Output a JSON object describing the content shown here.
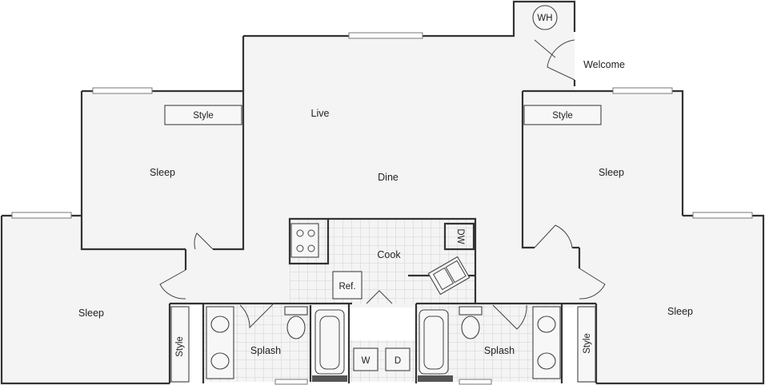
{
  "rooms": {
    "live": "Live",
    "dine": "Dine",
    "welcome": "Welcome",
    "cook": "Cook",
    "sleep_left_upper": "Sleep",
    "sleep_right_upper": "Sleep",
    "sleep_left_lower": "Sleep",
    "sleep_right_lower": "Sleep",
    "splash_left": "Splash",
    "splash_right": "Splash"
  },
  "fixtures": {
    "water_heater": "WH",
    "dishwasher": "DW",
    "refrigerator": "Ref.",
    "washer": "W",
    "dryer": "D",
    "style_left_closet": "Style",
    "style_right_closet": "Style",
    "style_left_vertical": "Style",
    "style_right_vertical": "Style"
  },
  "colors": {
    "floor": "#f3f4f3",
    "wall": "#333333",
    "tile_grid": "#c9cbc9"
  }
}
